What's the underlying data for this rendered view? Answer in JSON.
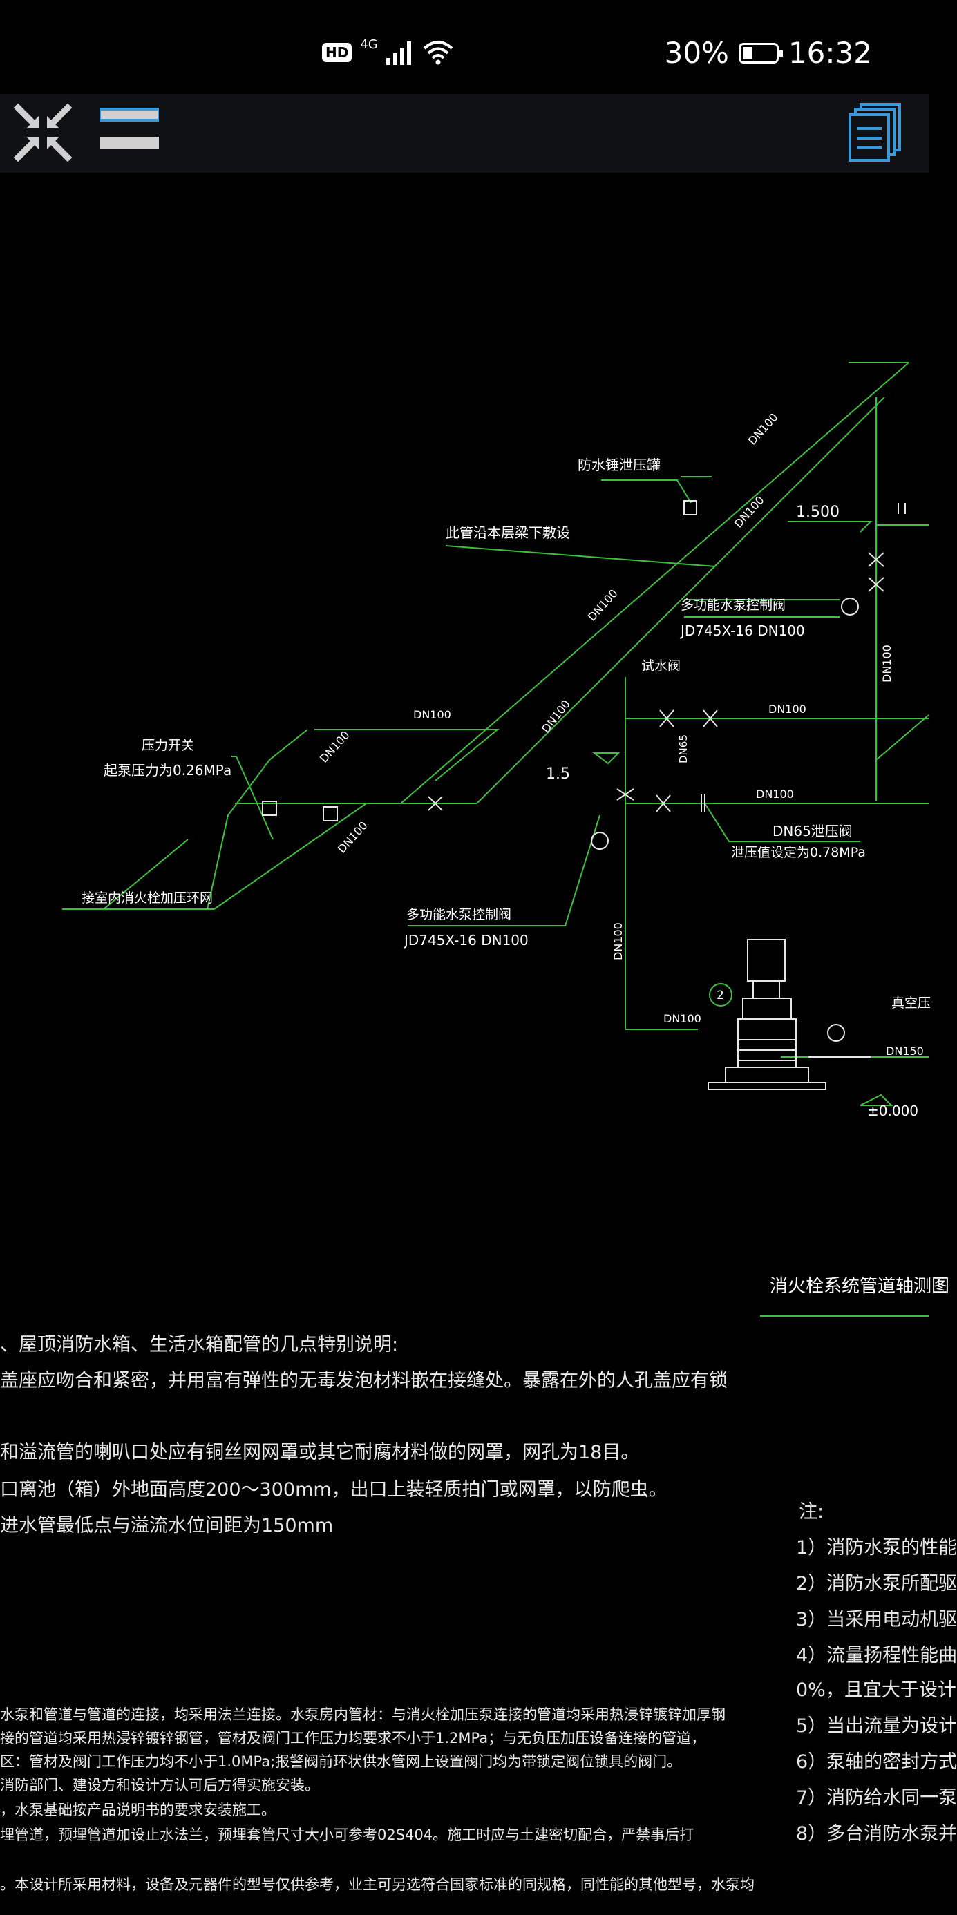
{
  "status_bar": {
    "hd_badge": "HD",
    "network": "4G",
    "battery_percent": "30%",
    "battery_level": 0.3,
    "time": "16:32"
  },
  "toolbar": {
    "exit_fullscreen_icon": "compress-arrows-icon",
    "layers_icon": "layers-icon",
    "drawing_list_icon": "document-list-icon"
  },
  "drawing": {
    "title": "消火栓系统管道轴测图",
    "labels": {
      "water_hammer": "防水锤泄压罐",
      "pipe_along_beam": "此管沿本层梁下敷设",
      "elev_1500": "1.500",
      "multi_valve_a_name": "多功能水泵控制阀",
      "multi_valve_a_model": "JD745X-16  DN100",
      "test_valve": "试水阀",
      "pressure_switch": "压力开关",
      "pump_start_pressure": "起泵压力为0.26MPa",
      "elev_1_5": "1.5",
      "relief_valve": "DN65泄压阀",
      "relief_setting": "泄压值设定为0.78MPa",
      "indoor_ring": "接室内消火栓加压环网",
      "multi_valve_b_name": "多功能水泵控制阀",
      "multi_valve_b_model": "JD745X-16  DN100",
      "vacuum_gauge": "真空压",
      "pump_tag": "2",
      "elev_0": "±0.000",
      "dn100": "DN100",
      "dn65": "DN65",
      "dn150": "DN150"
    }
  },
  "notes_left": {
    "heading": "、屋顶消防水箱、生活水箱配管的几点特别说明:",
    "line1": "盖座应吻合和紧密，并用富有弹性的无毒发泡材料嵌在接缝处。暴露在外的人孔盖应有锁",
    "line2": "和溢流管的喇叭口处应有铜丝网网罩或其它耐腐材料做的网罩，网孔为18目。",
    "line3": "口离池（箱）外地面高度200～300mm，出口上装轻质拍门或网罩，以防爬虫。",
    "line4": "进水管最低点与溢流水位间距为150mm",
    "small1": "水泵和管道与管道的连接，均采用法兰连接。水泵房内管材：与消火栓加压泵连接的管道均采用热浸锌镀锌加厚钢",
    "small2": "接的管道均采用热浸锌镀锌钢管，管材及阀门工作压力均要求不小于1.2MPa；与无负压加压设备连接的管道，",
    "small3": "区：管材及阀门工作压力均不小于1.0MPa;报警阀前环状供水管网上设置阀门均为带锁定阀位锁具的阀门。",
    "small4": "消防部门、建设方和设计方认可后方得实施安装。",
    "small5": "，水泵基础按产品说明书的要求安装施工。",
    "small6": "埋管道，预埋管道加设止水法兰，预埋套管尺寸大小可参考02S404。施工时应与土建密切配合，严禁事后打",
    "small7": "。本设计所采用材料，设备及元器件的型号仅供参考，业主可另选符合国家标准的同规格，同性能的其他型号，水泵均"
  },
  "notes_right": {
    "heading": "注:",
    "n1": "1）消防水泵的性能",
    "n2": "2）消防水泵所配驱",
    "n3": "3）当采用电动机驱",
    "n4": "4）流量扬程性能曲",
    "n4b": "0%，且宜大于设计",
    "n5": "5）当出流量为设计",
    "n6": "6）泵轴的密封方式",
    "n7": "7）消防给水同一泵",
    "n8": "8）多台消防水泵并"
  },
  "colors": {
    "pipe": "#3fbf3f",
    "text": "#ffffff",
    "accent_icon": "#3a9ad9",
    "valve": "#e6e6e6"
  }
}
